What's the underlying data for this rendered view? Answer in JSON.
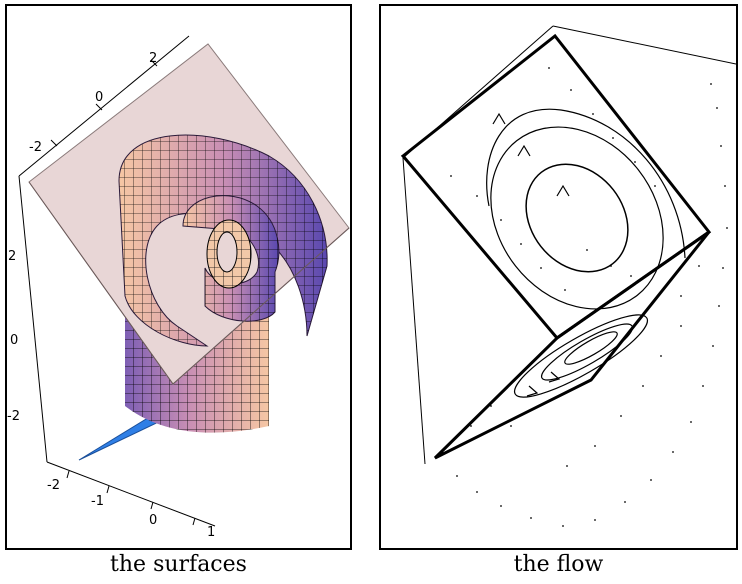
{
  "panels": {
    "left": {
      "caption": "the surfaces"
    },
    "right": {
      "caption": "the flow"
    }
  },
  "axes": {
    "top_ticks": [
      "-2",
      "0",
      "2"
    ],
    "vertical_ticks": [
      "2",
      "0",
      "-2"
    ],
    "bottom_ticks": [
      "-2",
      "-1",
      "0",
      "1"
    ]
  },
  "colors": {
    "plane": "#e8d6d6",
    "spiral_light": "#f6c7a4",
    "spiral_mid": "#c98fb4",
    "spiral_dark": "#6f55b8",
    "blue_wedge": "#2f7fe6"
  }
}
